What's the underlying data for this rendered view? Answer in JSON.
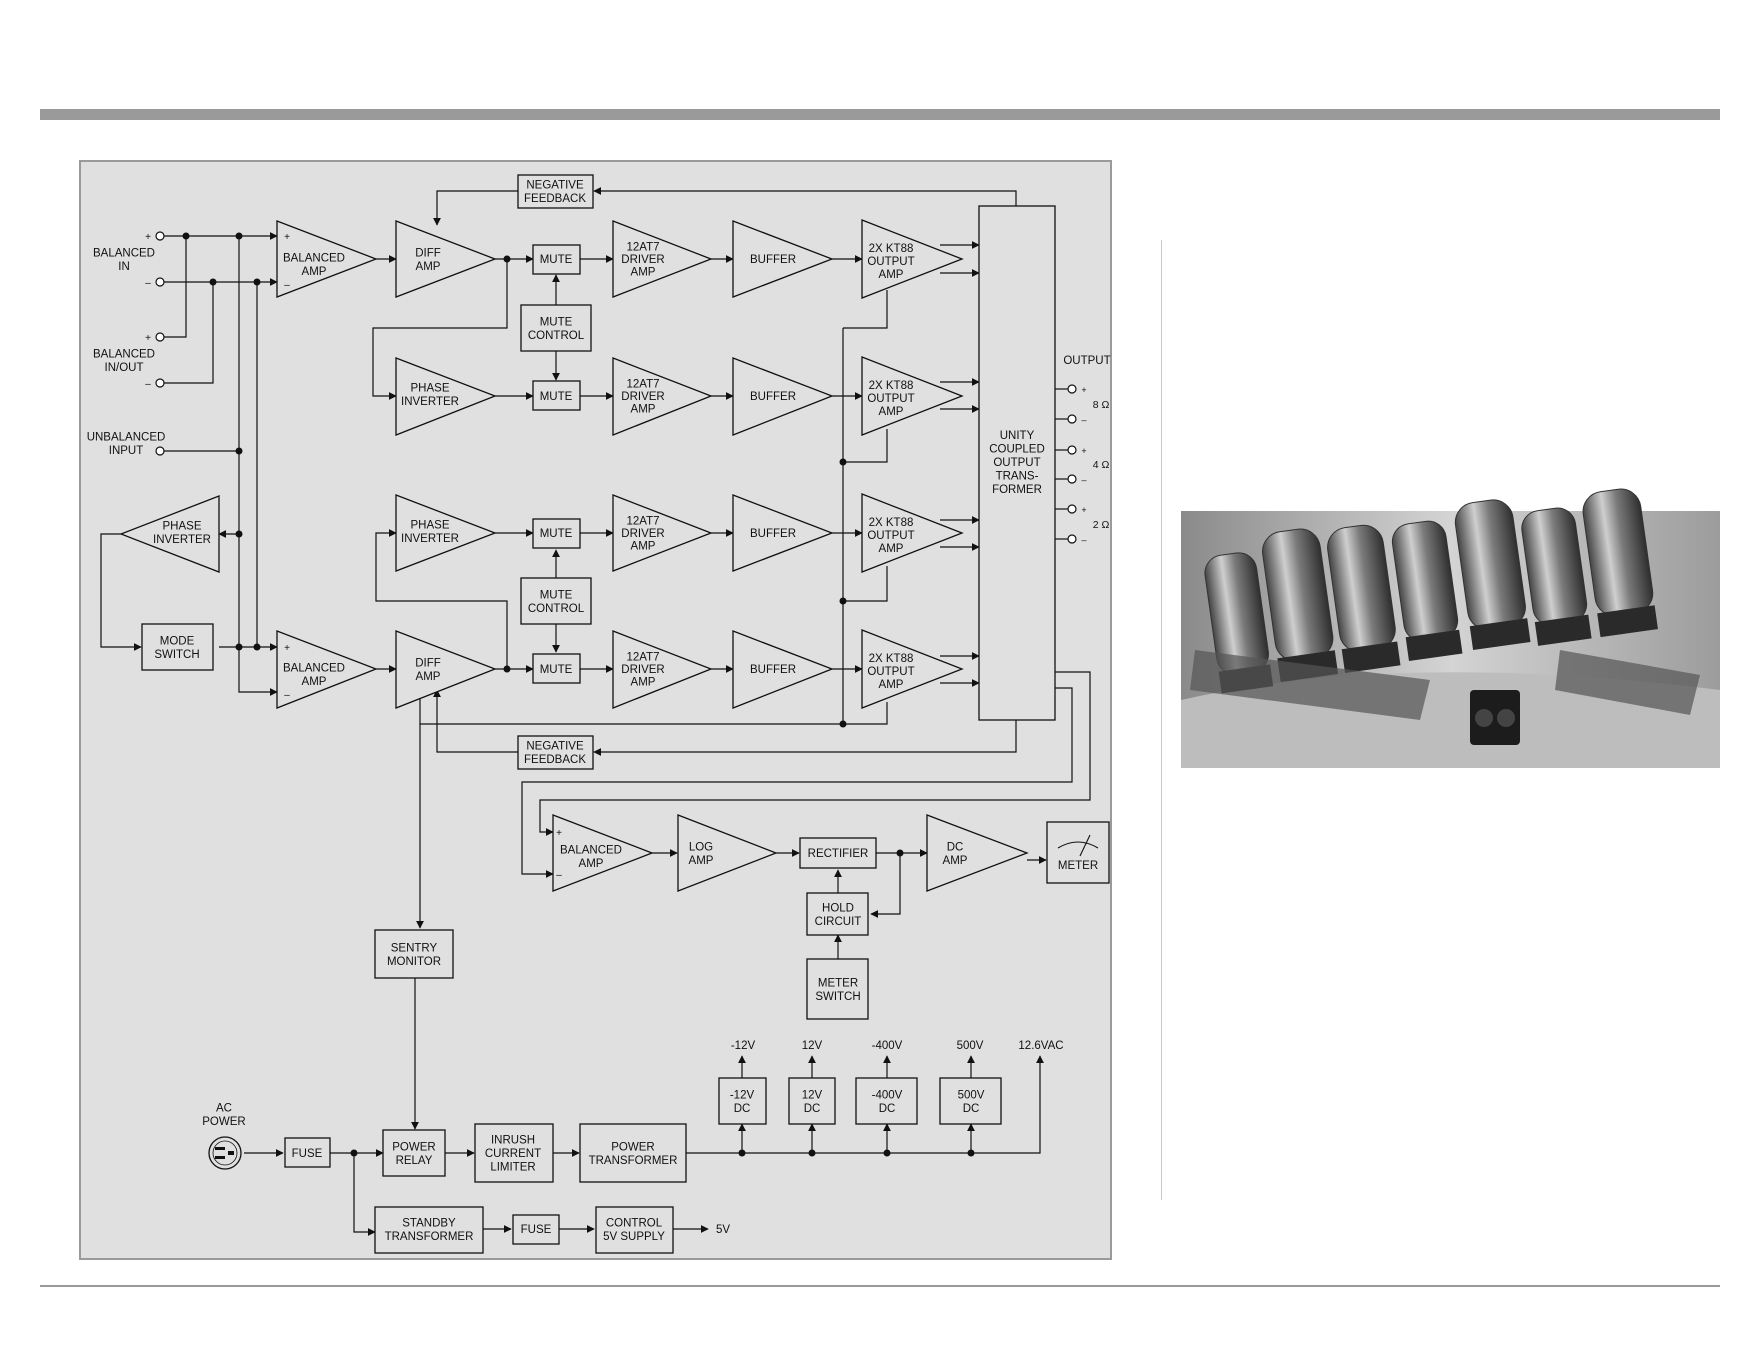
{
  "inputs": {
    "balanced_in": [
      "BALANCED",
      "IN"
    ],
    "balanced_inout": [
      "BALANCED",
      "IN/OUT"
    ],
    "unbalanced_input": [
      "UNBALANCED",
      "INPUT"
    ],
    "plus": "+",
    "minus": "–"
  },
  "blocks": {
    "negative_feedback": [
      "NEGATIVE",
      "FEEDBACK"
    ],
    "balanced_amp": [
      "BALANCED",
      "AMP"
    ],
    "diff_amp": [
      "DIFF",
      "AMP"
    ],
    "phase_inverter": [
      "PHASE",
      "INVERTER"
    ],
    "mute": "MUTE",
    "mute_control": [
      "MUTE",
      "CONTROL"
    ],
    "driver_amp": [
      "12AT7",
      "DRIVER",
      "AMP"
    ],
    "buffer": "BUFFER",
    "output_amp": [
      "2X KT88",
      "OUTPUT",
      "AMP"
    ],
    "mode_switch": [
      "MODE",
      "SWITCH"
    ],
    "transformer": [
      "UNITY",
      "COUPLED",
      "OUTPUT",
      "TRANS-",
      "FORMER"
    ],
    "log_amp": [
      "LOG",
      "AMP"
    ],
    "rectifier": "RECTIFIER",
    "dc_amp": [
      "DC",
      "AMP"
    ],
    "meter": "METER",
    "hold_circuit": [
      "HOLD",
      "CIRCUIT"
    ],
    "meter_switch": [
      "METER",
      "SWITCH"
    ],
    "sentry_monitor": [
      "SENTRY",
      "MONITOR"
    ],
    "ac_power": [
      "AC",
      "POWER"
    ],
    "fuse": "FUSE",
    "power_relay": [
      "POWER",
      "RELAY"
    ],
    "inrush": [
      "INRUSH",
      "CURRENT",
      "LIMITER"
    ],
    "power_transformer": [
      "POWER",
      "TRANSFORMER"
    ],
    "standby_transformer": [
      "STANDBY",
      "TRANSFORMER"
    ],
    "control_supply": [
      "CONTROL",
      "5V SUPPLY"
    ]
  },
  "outputs": {
    "label": "OUTPUT",
    "taps": [
      "8 Ω",
      "4 Ω",
      "2 Ω"
    ]
  },
  "supplies": {
    "boxes": [
      [
        "-12V",
        "DC"
      ],
      [
        "12V",
        "DC"
      ],
      [
        "-400V",
        "DC"
      ],
      [
        "500V",
        "DC"
      ]
    ],
    "rails": [
      "-12V",
      "12V",
      "-400V",
      "500V",
      "12.6VAC"
    ],
    "standby_out": "5V"
  }
}
